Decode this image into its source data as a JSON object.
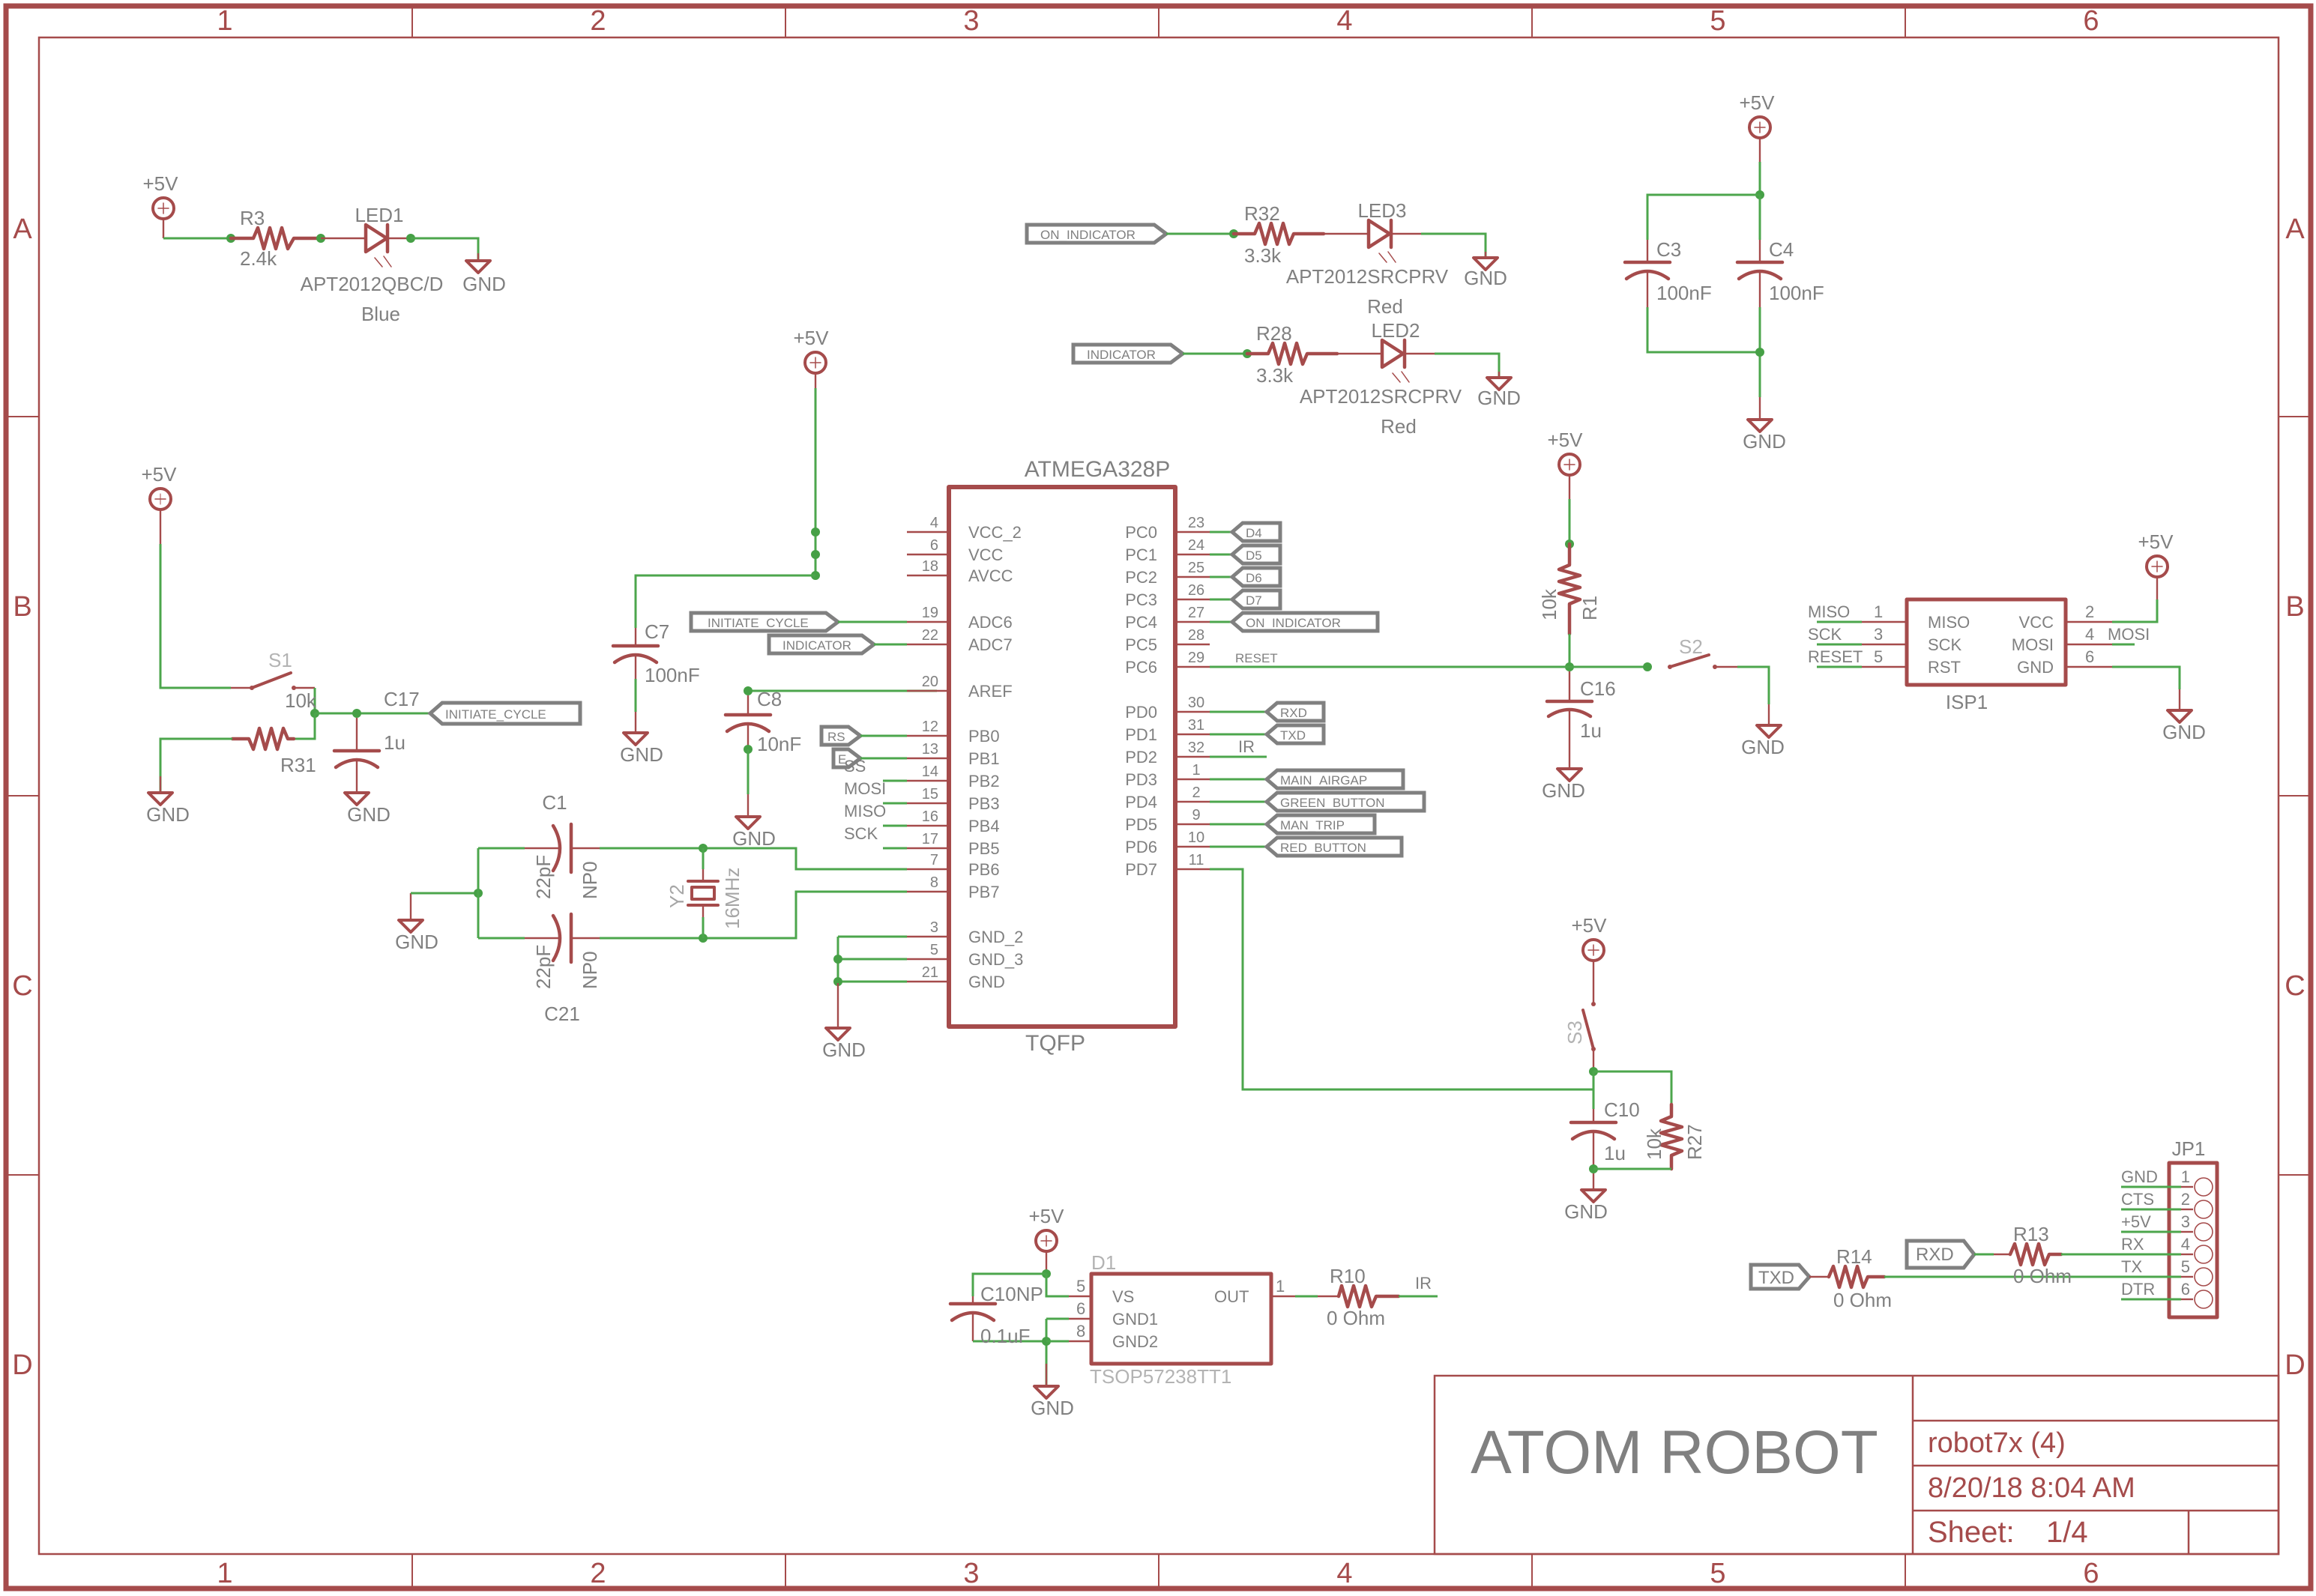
{
  "sheet": {
    "columns": [
      "1",
      "2",
      "3",
      "4",
      "5",
      "6"
    ],
    "rows": [
      "A",
      "B",
      "C",
      "D"
    ],
    "colors": {
      "frame": "#a54b4b",
      "wire": "#4ca64c",
      "junction": "#46a046",
      "text": "#808080",
      "label_outline": "#808080"
    }
  },
  "title_block": {
    "project": "ATOM ROBOT",
    "design_name": "robot7x (4)",
    "datetime": "8/20/18 8:04 AM",
    "sheet_label": "Sheet:",
    "sheet_value": "1/4"
  },
  "power": {
    "vcc": "+5V",
    "gnd": "GND"
  },
  "led1": {
    "res_name": "R3",
    "res_value": "2.4k",
    "name": "LED1",
    "part": "APT2012QBC/D",
    "color": "Blue"
  },
  "led3": {
    "net": "ON_INDICATOR",
    "res_name": "R32",
    "res_value": "3.3k",
    "name": "LED3",
    "part": "APT2012SRCPRV",
    "color": "Red"
  },
  "led2": {
    "net": "INDICATOR",
    "res_name": "R28",
    "res_value": "3.3k",
    "name": "LED2",
    "part": "APT2012SRCPRV",
    "color": "Red"
  },
  "decoupling": {
    "c3_name": "C3",
    "c3_value": "100nF",
    "c4_name": "C4",
    "c4_value": "100nF"
  },
  "switch1": {
    "name": "S1",
    "res_name": "R31",
    "res_value": "10k",
    "cap_name": "C17",
    "cap_value": "1u",
    "net": "INITIATE_CYCLE"
  },
  "avcc": {
    "cap_name": "C7",
    "cap_value": "100nF"
  },
  "aref": {
    "cap_name": "C8",
    "cap_value": "10nF"
  },
  "crystal": {
    "c1_name": "C1",
    "c1_value": "22pF",
    "c1_dielectric": "NP0",
    "c21_name": "C21",
    "c21_value": "22pF",
    "c21_dielectric": "NP0",
    "name": "Y2",
    "freq": "16MHz"
  },
  "mcu": {
    "name": "ATMEGA328P",
    "package": "TQFP",
    "left_pins": [
      {
        "num": "4",
        "name": "VCC_2"
      },
      {
        "num": "6",
        "name": "VCC"
      },
      {
        "num": "18",
        "name": "AVCC"
      },
      {
        "num": "19",
        "name": "ADC6"
      },
      {
        "num": "22",
        "name": "ADC7"
      },
      {
        "num": "20",
        "name": "AREF"
      },
      {
        "num": "12",
        "name": "PB0"
      },
      {
        "num": "13",
        "name": "PB1"
      },
      {
        "num": "14",
        "name": "PB2"
      },
      {
        "num": "15",
        "name": "PB3"
      },
      {
        "num": "16",
        "name": "PB4"
      },
      {
        "num": "17",
        "name": "PB5"
      },
      {
        "num": "7",
        "name": "PB6"
      },
      {
        "num": "8",
        "name": "PB7"
      },
      {
        "num": "3",
        "name": "GND_2"
      },
      {
        "num": "5",
        "name": "GND_3"
      },
      {
        "num": "21",
        "name": "GND"
      }
    ],
    "right_pins": [
      {
        "num": "23",
        "name": "PC0"
      },
      {
        "num": "24",
        "name": "PC1"
      },
      {
        "num": "25",
        "name": "PC2"
      },
      {
        "num": "26",
        "name": "PC3"
      },
      {
        "num": "27",
        "name": "PC4"
      },
      {
        "num": "28",
        "name": "PC5"
      },
      {
        "num": "29",
        "name": "PC6"
      },
      {
        "num": "30",
        "name": "PD0"
      },
      {
        "num": "31",
        "name": "PD1"
      },
      {
        "num": "32",
        "name": "PD2"
      },
      {
        "num": "1",
        "name": "PD3"
      },
      {
        "num": "2",
        "name": "PD4"
      },
      {
        "num": "9",
        "name": "PD5"
      },
      {
        "num": "10",
        "name": "PD6"
      },
      {
        "num": "11",
        "name": "PD7"
      }
    ],
    "left_nets": {
      "adc6": "INITIATE_CYCLE",
      "adc7": "INDICATOR",
      "pb0": "RS",
      "pb1": "E",
      "pb2": "SS",
      "pb3": "MOSI",
      "pb4": "MISO",
      "pb5": "SCK"
    },
    "right_nets": {
      "pc0": "D4",
      "pc1": "D5",
      "pc2": "D6",
      "pc3": "D7",
      "pc4": "ON_INDICATOR",
      "pc6": "RESET",
      "pd0": "RXD",
      "pd1": "TXD",
      "pd2": "IR",
      "pd3": "MAIN_AIRGAP",
      "pd4": "GREEN_BUTTON",
      "pd5": "MAN_TRIP",
      "pd6": "RED_BUTTON"
    }
  },
  "reset": {
    "res_name": "R1",
    "res_value": "10k",
    "cap_name": "C16",
    "cap_value": "1u",
    "switch_name": "S2"
  },
  "isp": {
    "name": "ISP1",
    "left": [
      {
        "net": "MISO",
        "num": "1",
        "pin": "MISO"
      },
      {
        "net": "SCK",
        "num": "3",
        "pin": "SCK"
      },
      {
        "net": "RESET",
        "num": "5",
        "pin": "RST"
      }
    ],
    "right": [
      {
        "num": "2",
        "pin": "VCC",
        "net": ""
      },
      {
        "num": "4",
        "pin": "MOSI",
        "net": "MOSI"
      },
      {
        "num": "6",
        "pin": "GND",
        "net": ""
      }
    ]
  },
  "switch3": {
    "name": "S3",
    "cap_name": "C10",
    "cap_value": "1u",
    "res_name": "R27",
    "res_value": "10k"
  },
  "ir": {
    "name": "D1",
    "part": "TSOP57238TT1",
    "cap_name": "C10NP",
    "cap_value": "0.1uF",
    "pins": [
      {
        "num": "5",
        "name": "VS"
      },
      {
        "num": "6",
        "name": "GND1"
      },
      {
        "num": "8",
        "name": "GND2"
      },
      {
        "num": "1",
        "name": "OUT"
      }
    ],
    "res_name": "R10",
    "res_value": "0 Ohm",
    "net": "IR"
  },
  "uart": {
    "txd_net": "TXD",
    "rxd_net": "RXD",
    "r14_name": "R14",
    "r14_value": "0 Ohm",
    "r13_name": "R13",
    "r13_value": "0 Ohm",
    "header": "JP1",
    "pins": [
      {
        "num": "1",
        "name": "GND"
      },
      {
        "num": "2",
        "name": "CTS"
      },
      {
        "num": "3",
        "name": "+5V"
      },
      {
        "num": "4",
        "name": "RX"
      },
      {
        "num": "5",
        "name": "TX"
      },
      {
        "num": "6",
        "name": "DTR"
      }
    ]
  }
}
